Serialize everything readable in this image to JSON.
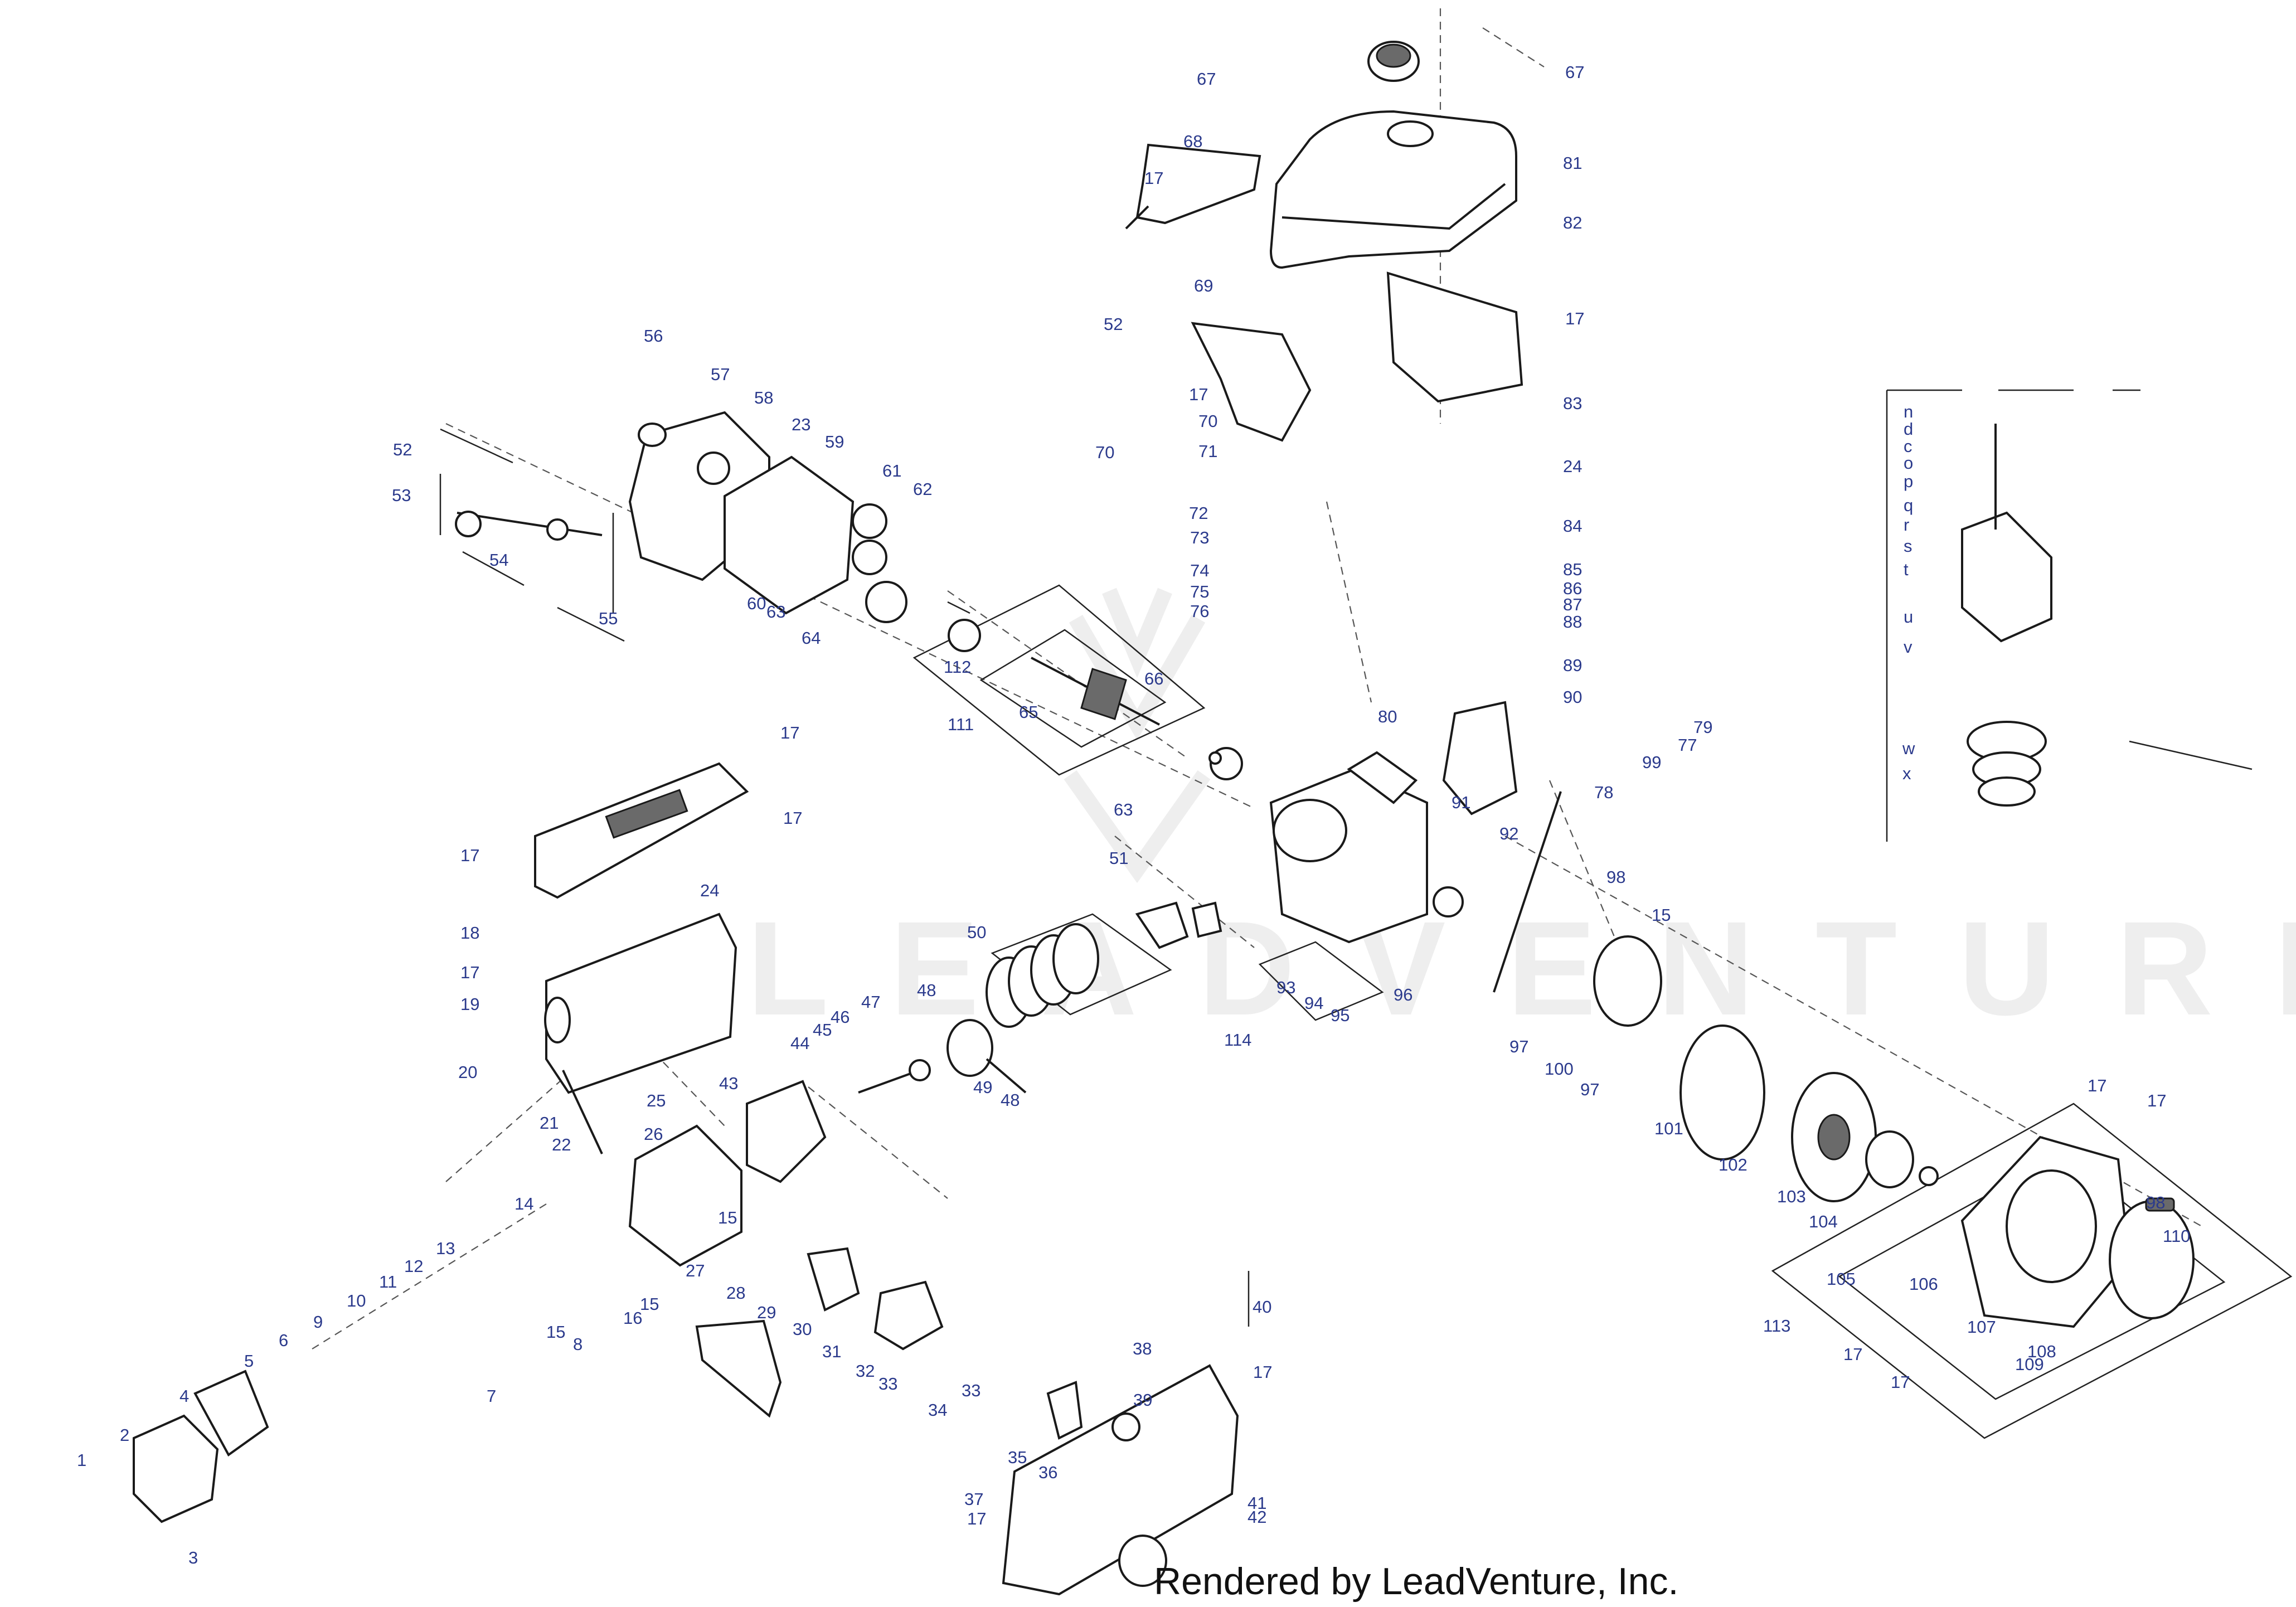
{
  "watermark": "LEADVENTURE",
  "footer": {
    "credit": "Rendered by LeadVenture, Inc."
  },
  "colors": {
    "label": "#2b3a8c",
    "line": "#1a1a1a",
    "watermark": "#eeeeee"
  },
  "callouts": [
    {
      "text": "1"
    },
    {
      "text": "2"
    },
    {
      "text": "3"
    },
    {
      "text": "4"
    },
    {
      "text": "5"
    },
    {
      "text": "6"
    },
    {
      "text": "7"
    },
    {
      "text": "8"
    },
    {
      "text": "9"
    },
    {
      "text": "10"
    },
    {
      "text": "11"
    },
    {
      "text": "12"
    },
    {
      "text": "13"
    },
    {
      "text": "14"
    },
    {
      "text": "15"
    },
    {
      "text": "16"
    },
    {
      "text": "15"
    },
    {
      "text": "15"
    },
    {
      "text": "17"
    },
    {
      "text": "18"
    },
    {
      "text": "17"
    },
    {
      "text": "19"
    },
    {
      "text": "20"
    },
    {
      "text": "17"
    },
    {
      "text": "17"
    },
    {
      "text": "21"
    },
    {
      "text": "22"
    },
    {
      "text": "24"
    },
    {
      "text": "25"
    },
    {
      "text": "26"
    },
    {
      "text": "27"
    },
    {
      "text": "28"
    },
    {
      "text": "29"
    },
    {
      "text": "30"
    },
    {
      "text": "31"
    },
    {
      "text": "32"
    },
    {
      "text": "33"
    },
    {
      "text": "33"
    },
    {
      "text": "34"
    },
    {
      "text": "35"
    },
    {
      "text": "36"
    },
    {
      "text": "37"
    },
    {
      "text": "17"
    },
    {
      "text": "38"
    },
    {
      "text": "39"
    },
    {
      "text": "40"
    },
    {
      "text": "17"
    },
    {
      "text": "41"
    },
    {
      "text": "42"
    },
    {
      "text": "43"
    },
    {
      "text": "44"
    },
    {
      "text": "45"
    },
    {
      "text": "46"
    },
    {
      "text": "47"
    },
    {
      "text": "48"
    },
    {
      "text": "48"
    },
    {
      "text": "49"
    },
    {
      "text": "50"
    },
    {
      "text": "51"
    },
    {
      "text": "52"
    },
    {
      "text": "53"
    },
    {
      "text": "54"
    },
    {
      "text": "55"
    },
    {
      "text": "56"
    },
    {
      "text": "57"
    },
    {
      "text": "58"
    },
    {
      "text": "23"
    },
    {
      "text": "59"
    },
    {
      "text": "61"
    },
    {
      "text": "62"
    },
    {
      "text": "60"
    },
    {
      "text": "63"
    },
    {
      "text": "64"
    },
    {
      "text": "112"
    },
    {
      "text": "65"
    },
    {
      "text": "66"
    },
    {
      "text": "111"
    },
    {
      "text": "63"
    },
    {
      "text": "67"
    },
    {
      "text": "67"
    },
    {
      "text": "68"
    },
    {
      "text": "17"
    },
    {
      "text": "81"
    },
    {
      "text": "82"
    },
    {
      "text": "69"
    },
    {
      "text": "52"
    },
    {
      "text": "17"
    },
    {
      "text": "83"
    },
    {
      "text": "24"
    },
    {
      "text": "17"
    },
    {
      "text": "70"
    },
    {
      "text": "70"
    },
    {
      "text": "71"
    },
    {
      "text": "72"
    },
    {
      "text": "73"
    },
    {
      "text": "74"
    },
    {
      "text": "75"
    },
    {
      "text": "76"
    },
    {
      "text": "84"
    },
    {
      "text": "85"
    },
    {
      "text": "86"
    },
    {
      "text": "87"
    },
    {
      "text": "88"
    },
    {
      "text": "89"
    },
    {
      "text": "90"
    },
    {
      "text": "80"
    },
    {
      "text": "79"
    },
    {
      "text": "77"
    },
    {
      "text": "99"
    },
    {
      "text": "78"
    },
    {
      "text": "91"
    },
    {
      "text": "92"
    },
    {
      "text": "98"
    },
    {
      "text": "15"
    },
    {
      "text": "93"
    },
    {
      "text": "94"
    },
    {
      "text": "95"
    },
    {
      "text": "114"
    },
    {
      "text": "96"
    },
    {
      "text": "97"
    },
    {
      "text": "100"
    },
    {
      "text": "97"
    },
    {
      "text": "101"
    },
    {
      "text": "102"
    },
    {
      "text": "103"
    },
    {
      "text": "104"
    },
    {
      "text": "17"
    },
    {
      "text": "17"
    },
    {
      "text": "98"
    },
    {
      "text": "110"
    },
    {
      "text": "105"
    },
    {
      "text": "106"
    },
    {
      "text": "107"
    },
    {
      "text": "108"
    },
    {
      "text": "109"
    },
    {
      "text": "113"
    },
    {
      "text": "17"
    },
    {
      "text": "17"
    },
    {
      "text": "n"
    },
    {
      "text": "d"
    },
    {
      "text": "c"
    },
    {
      "text": "o"
    },
    {
      "text": "p"
    },
    {
      "text": "q"
    },
    {
      "text": "r"
    },
    {
      "text": "s"
    },
    {
      "text": "t"
    },
    {
      "text": "u"
    },
    {
      "text": "v"
    },
    {
      "text": "w"
    },
    {
      "text": "x"
    }
  ]
}
